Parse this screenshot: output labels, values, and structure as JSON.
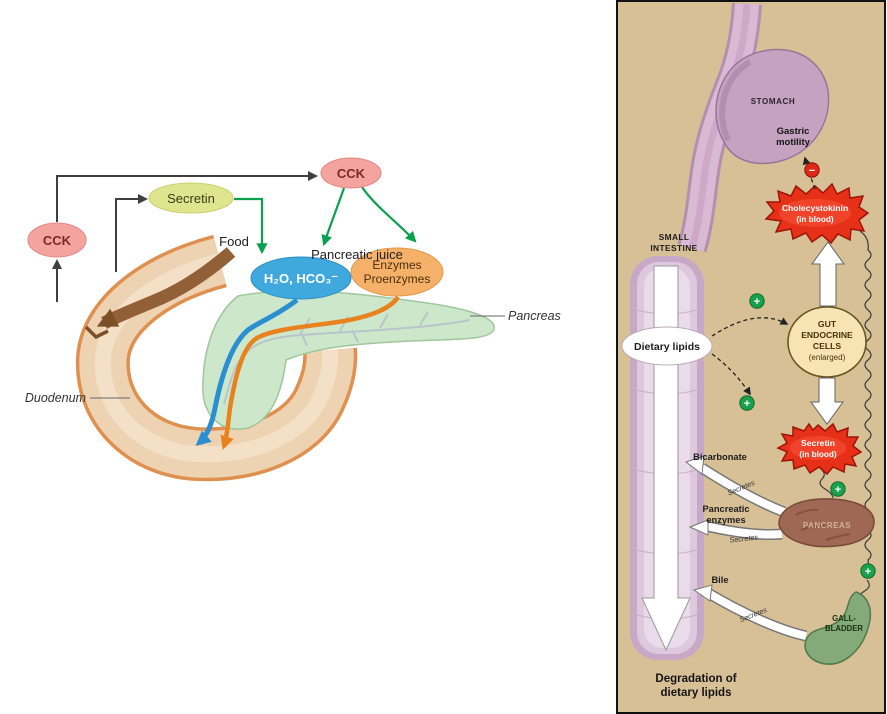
{
  "figure": {
    "left": {
      "cck_left": "CCK",
      "cck_top": "CCK",
      "secretin": "Secretin",
      "food": "Food",
      "pancreatic_juice": "Pancreatic juice",
      "water_bicarb": "H₂O, HCO₃⁻",
      "enzymes": "Enzymes",
      "proenzymes": "Proenzymes",
      "pancreas": "Pancreas",
      "duodenum": "Duodenum"
    },
    "right": {
      "stomach": "STOMACH",
      "gastric_1": "Gastric",
      "gastric_2": "motility",
      "cck_name": "Cholecystokinin",
      "cck_sub": "(in blood)",
      "small_intestine_1": "SMALL",
      "small_intestine_2": "INTESTINE",
      "dietary_lipids": "Dietary lipids",
      "gut_1": "GUT",
      "gut_2": "ENDOCRINE",
      "gut_3": "CELLS",
      "gut_4": "(enlarged)",
      "secretin_name": "Secretin",
      "secretin_sub": "(in blood)",
      "bicarbonate": "Bicarbonate",
      "pancreatic_1": "Pancreatic",
      "pancreatic_2": "enzymes",
      "bile": "Bile",
      "pancreas": "PANCREAS",
      "gallbladder_1": "GALL-",
      "gallbladder_2": "BLADDER",
      "secretes": "Secretes",
      "degradation_1": "Degradation of",
      "degradation_2": "dietary lipids",
      "plus_icon": "+",
      "minus_icon": "−"
    },
    "colors": {
      "panel_bg": "#d8c096",
      "hormone_red": "#e63018",
      "plus_green": "#1aa14c",
      "minus_red": "#e02818",
      "cck_oval": "#f4a49e",
      "secretin_oval": "#dfe48e",
      "water_oval": "#3fa8dc",
      "enzyme_oval": "#f5b06a",
      "pancreas_green": "#cde7cb",
      "duodenum_tan": "#eed3b3",
      "intestine_purple": "#c7a9c7",
      "stomach_mauve": "#c4a2c0",
      "pancreas_brown": "#9e6854",
      "gallbladder_green": "#83aa78",
      "arrow_green": "#0aa14e",
      "arrow_blue": "#2a8fd0",
      "arrow_orange": "#e8821e",
      "food_brown": "#916036"
    }
  }
}
